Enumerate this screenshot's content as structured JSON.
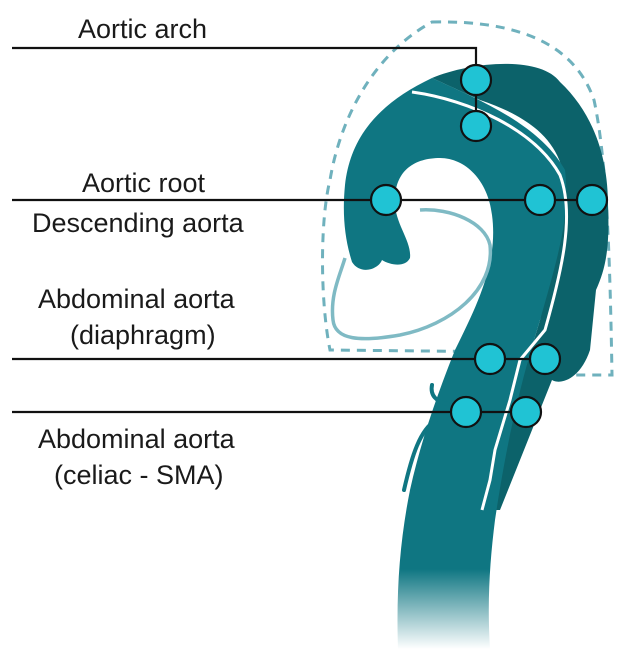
{
  "labels": {
    "aortic_arch": "Aortic arch",
    "aortic_root": "Aortic root",
    "descending_aorta": "Descending aorta",
    "abdominal_diaphragm_line1": "Abdominal aorta",
    "abdominal_diaphragm_line2": "(diaphragm)",
    "abdominal_celiac_line1": "Abdominal aorta",
    "abdominal_celiac_line2": "(celiac - SMA)"
  },
  "colors": {
    "true_lumen": "#0f7682",
    "false_lumen": "#0c626a",
    "outline": "#6fb1bd",
    "marker": "#20c3d4",
    "marker_stroke": "#111111",
    "leader": "#111111",
    "text": "#1a1a1a"
  }
}
